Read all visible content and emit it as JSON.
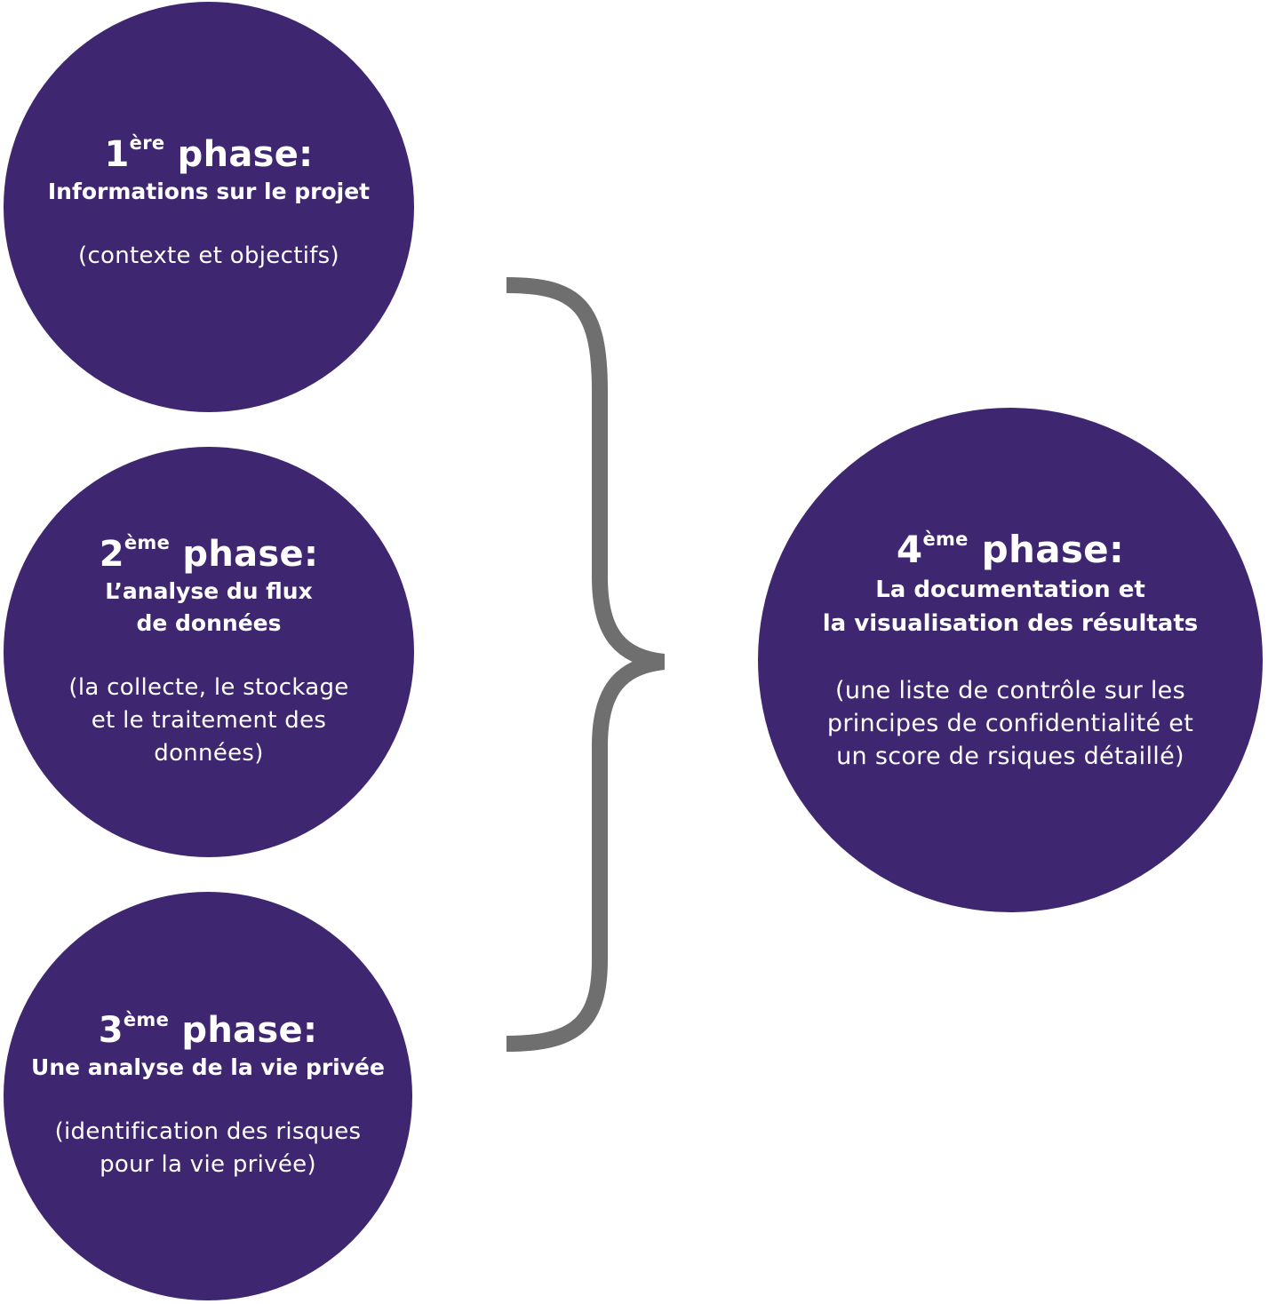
{
  "phases": [
    {
      "number": "1",
      "suffix": "ère",
      "heading": "phase:",
      "subtitle": "Informations sur le projet",
      "description": "(contexte et objectifs)"
    },
    {
      "number": "2",
      "suffix": "ème",
      "heading": "phase:",
      "subtitle": "L’analyse du flux\nde données",
      "description": "(la collecte, le stockage\net le traitement des\ndonnées)"
    },
    {
      "number": "3",
      "suffix": "ème",
      "heading": "phase:",
      "subtitle": "Une analyse de la vie privée",
      "description": "(identification des risques\npour la vie privée)"
    },
    {
      "number": "4",
      "suffix": "ème",
      "heading": "phase:",
      "subtitle": "La documentation et\nla visualisation des résultats",
      "description": "(une liste de contrôle sur les\nprincipes de confidentialité et\nun score de rsiques détaillé)"
    }
  ],
  "colors": {
    "circle": "#3e2770",
    "text": "#ffffff",
    "brace": "#6f6f6f",
    "background": "#ffffff"
  }
}
